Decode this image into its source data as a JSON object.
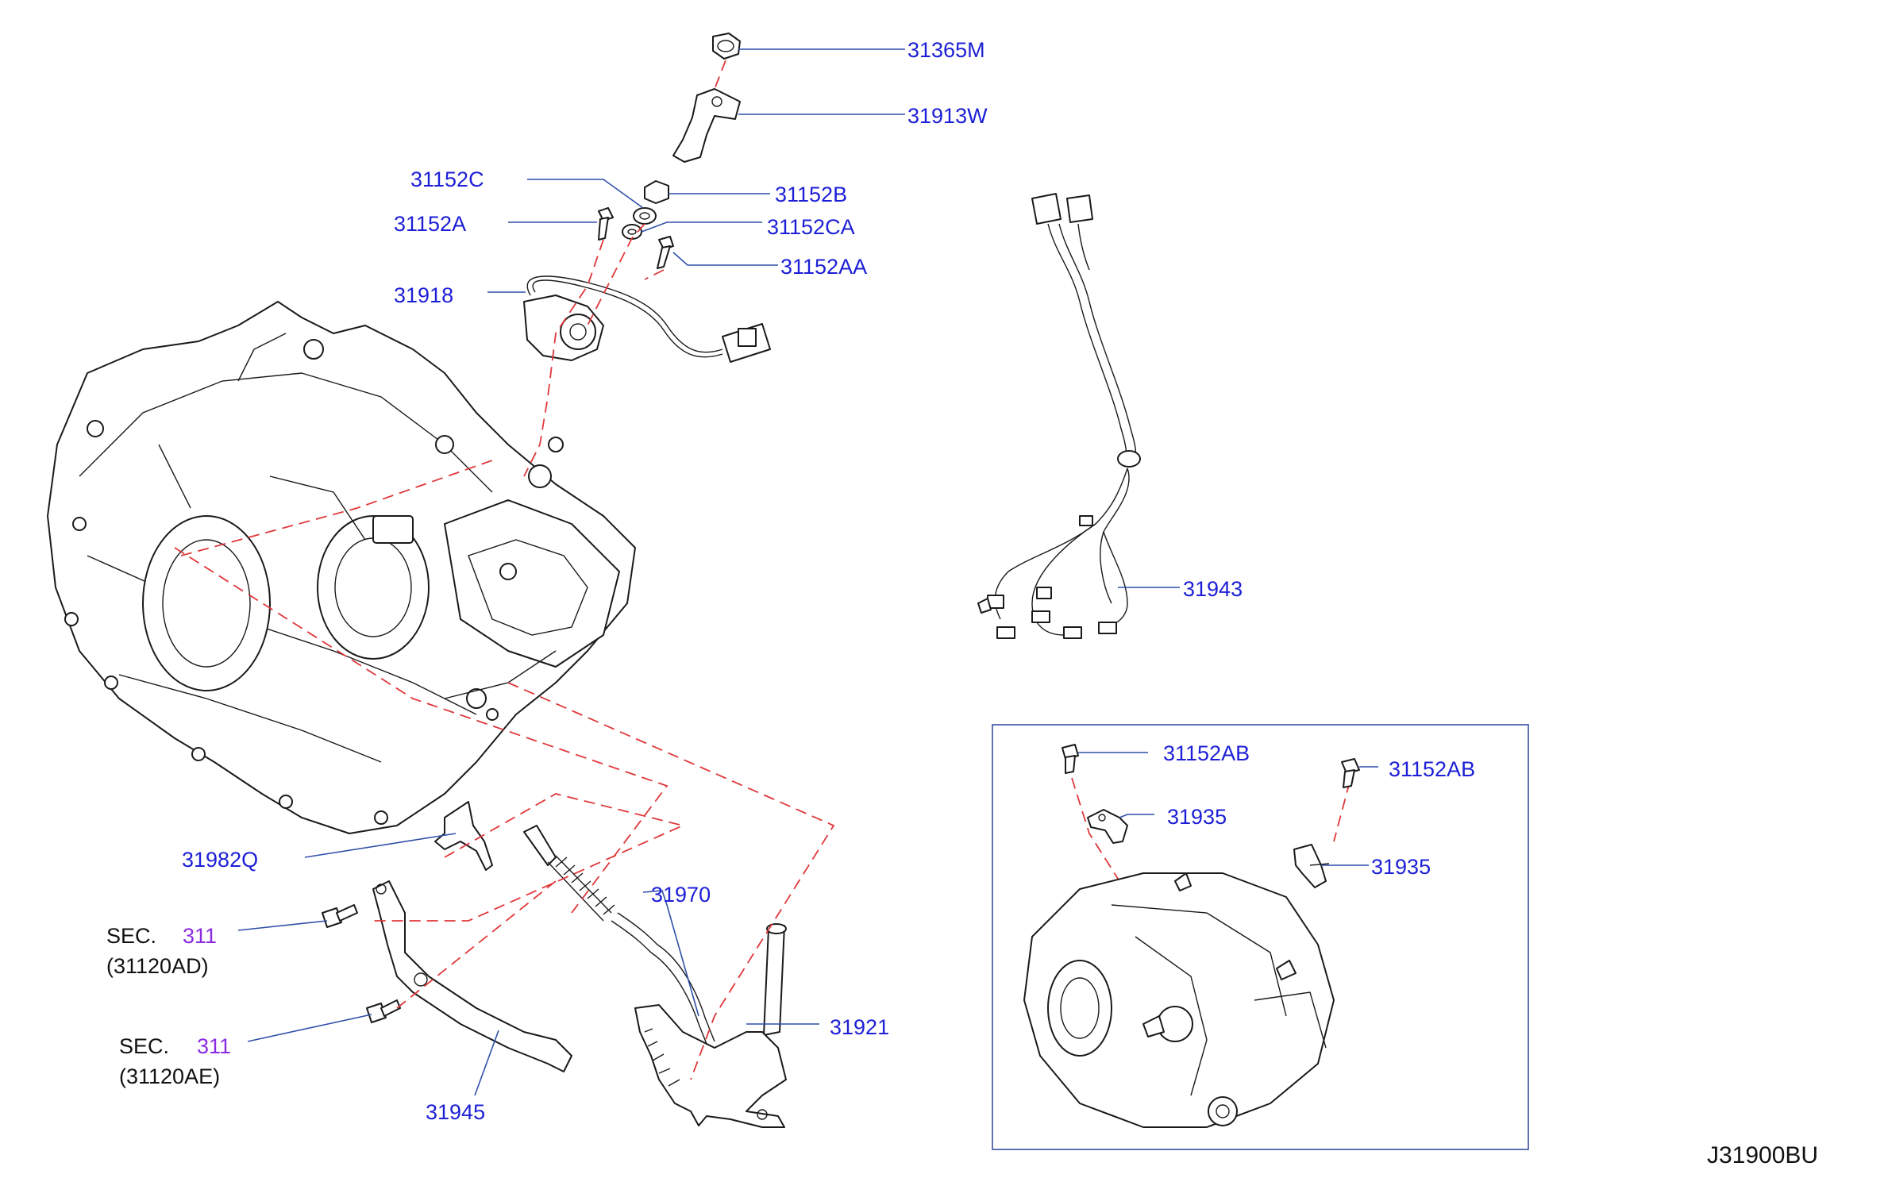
{
  "diagram_code": "J31900BU",
  "callouts": {
    "p31365M": "31365M",
    "p31913W": "31913W",
    "p31152C": "31152C",
    "p31152B": "31152B",
    "p31152A": "31152A",
    "p31152CA": "31152CA",
    "p31152AA": "31152AA",
    "p31918": "31918",
    "p31943": "31943",
    "p31982Q": "31982Q",
    "p31970": "31970",
    "p31921": "31921",
    "p31945": "31945",
    "p31152AB_1": "31152AB",
    "p31152AB_2": "31152AB",
    "p31935_1": "31935",
    "p31935_2": "31935"
  },
  "section_refs": [
    {
      "prefix": "SEC.",
      "section": "311",
      "part": "(31120AD)"
    },
    {
      "prefix": "SEC.",
      "section": "311",
      "part": "(31120AE)"
    }
  ],
  "colors": {
    "callout_text": "#1d1fd6",
    "section_number": "#8a2be2",
    "leader_line": "#2f4fa8",
    "assembly_dash_line": "#e0373a",
    "part_outline": "#1a1a1a"
  }
}
